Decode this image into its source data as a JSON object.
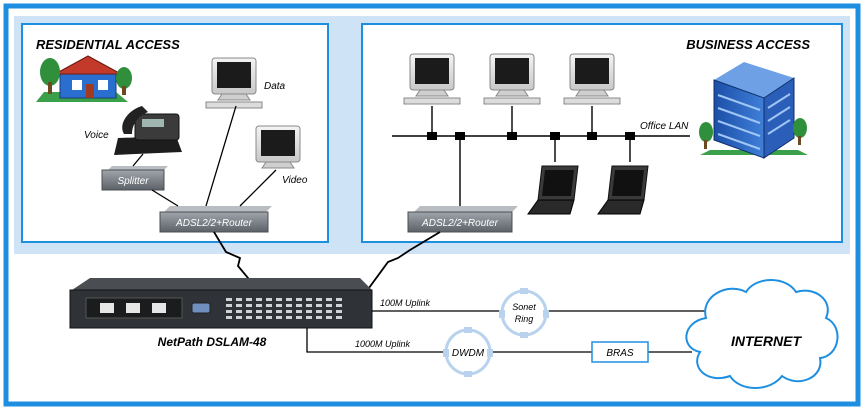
{
  "residential": {
    "title": "RESIDENTIAL ACCESS",
    "voice_label": "Voice",
    "data_label": "Data",
    "video_label": "Video",
    "splitter_label": "Splitter",
    "router_label": "ADSL2/2+Router"
  },
  "business": {
    "title": "BUSINESS ACCESS",
    "lan_label": "Office LAN",
    "router_label": "ADSL2/2+Router"
  },
  "network": {
    "dslam_label": "NetPath DSLAM-48",
    "uplink_100m": "100M Uplink",
    "uplink_1000m": "1000M Uplink",
    "sonet_line1": "Sonet",
    "sonet_line2": "Ring",
    "dwdm_label": "DWDM",
    "bras_label": "BRAS",
    "internet_label": "INTERNET"
  },
  "colors": {
    "frame": "#1e8fe0",
    "panel": "#cfe3f7",
    "panel_inner": "#ffffff",
    "device": "#7d8288",
    "dslam": "#2f3236",
    "ring": "#b9d3ee",
    "cloud_fill": "#ffffff",
    "cloud_stroke": "#1e8fe0"
  }
}
